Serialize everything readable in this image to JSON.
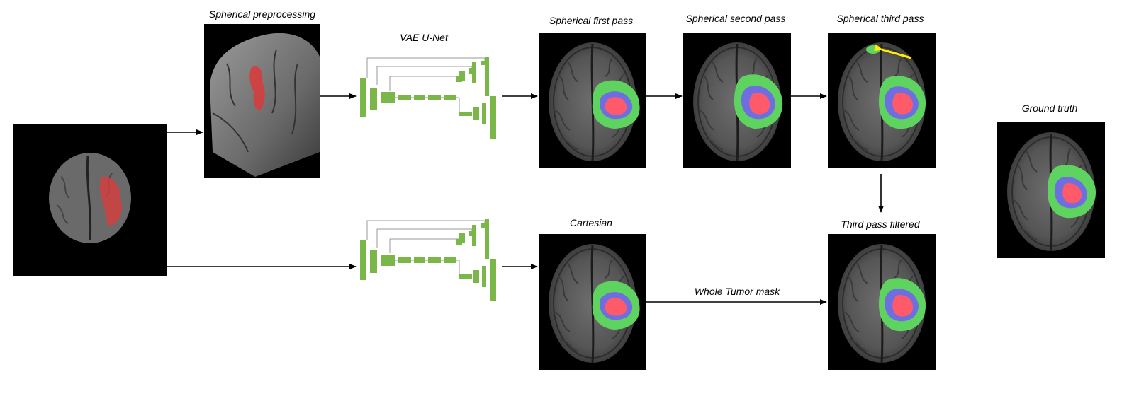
{
  "labels": {
    "spherical_preprocessing": "Spherical preprocessing",
    "vae_unet": "VAE U-Net",
    "first_pass": "Spherical first pass",
    "second_pass": "Spherical second pass",
    "third_pass": "Spherical third pass",
    "ground_truth": "Ground truth",
    "cartesian": "Cartesian",
    "third_pass_filtered": "Third pass filtered",
    "whole_tumor_mask": "Whole Tumor mask"
  },
  "colors": {
    "edema": "#5fd35f",
    "core": "#6f6ee0",
    "enhancing": "#ff5a6a",
    "unet": "#7ab648",
    "arrow_highlight": "#ffee00"
  }
}
